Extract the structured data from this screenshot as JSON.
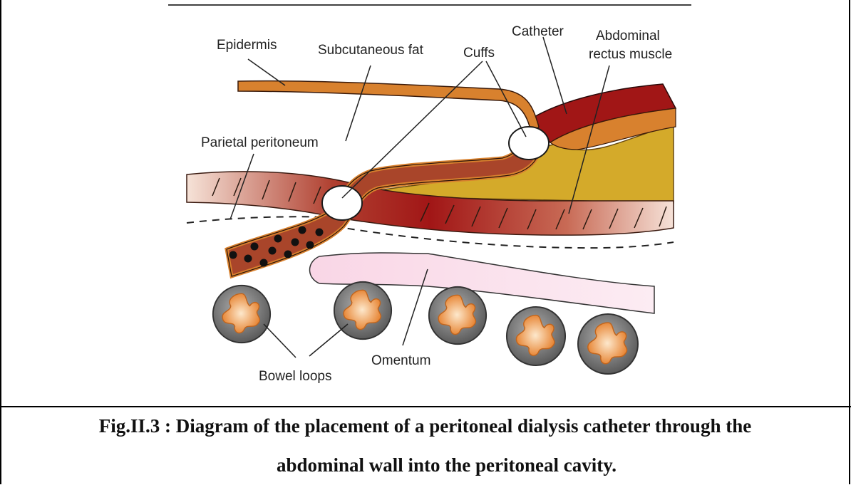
{
  "figure": {
    "labels": {
      "epidermis": "Epidermis",
      "subcutaneous_fat": "Subcutaneous fat",
      "cuffs": "Cuffs",
      "catheter": "Catheter",
      "abdominal_rectus_line1": "Abdominal",
      "abdominal_rectus_line2": "rectus muscle",
      "parietal_peritoneum": "Parietal peritoneum",
      "omentum": "Omentum",
      "bowel_loops": "Bowel loops"
    },
    "colors": {
      "epidermis": "#d8812e",
      "catheter": "#a31a1a",
      "fat": "#d4aa2a",
      "muscle_dark": "#a8262a",
      "muscle_light": "#f3ded3",
      "omentum": "#fae0ec",
      "bowel": "#6a6a6a",
      "bowel_inner": "#e8913c"
    }
  },
  "caption": {
    "line1": "Fig.II.3 : Diagram of the placement of a peritoneal dialysis catheter through the",
    "line2": "abdominal wall into the peritoneal cavity."
  }
}
